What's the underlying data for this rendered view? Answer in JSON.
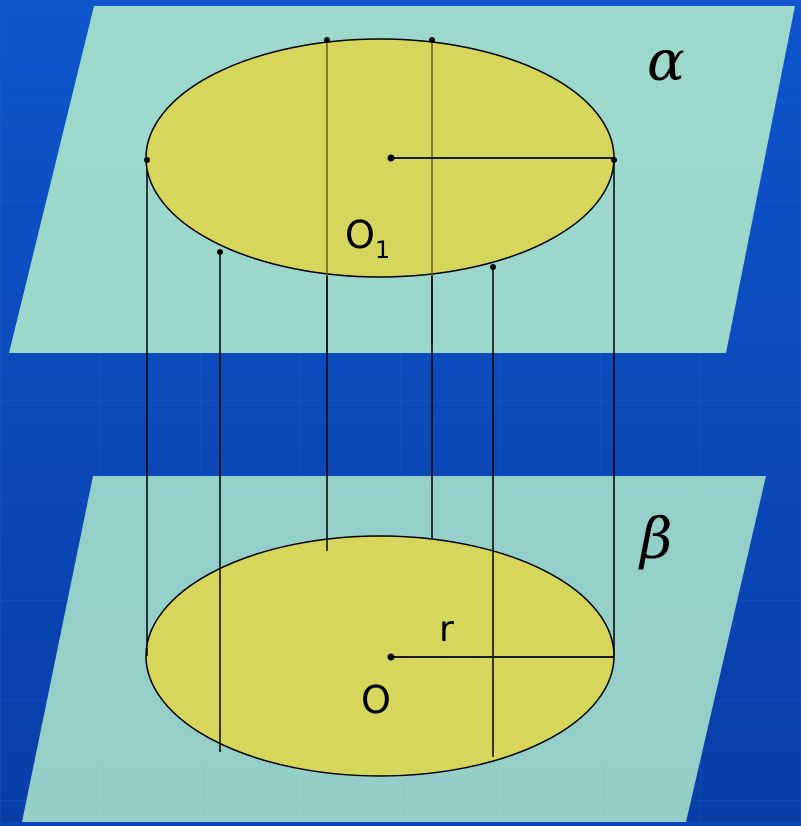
{
  "diagram": {
    "labels": {
      "plane_top": "α",
      "plane_bottom": "β",
      "center_top_main": "O",
      "center_top_sub": "1",
      "center_bottom": "O",
      "radius": "r"
    },
    "colors": {
      "background": "#0b46b8",
      "plane_fill": "#a8e2cc",
      "disk_fill": "#d6d55c",
      "line": "#000000"
    }
  }
}
